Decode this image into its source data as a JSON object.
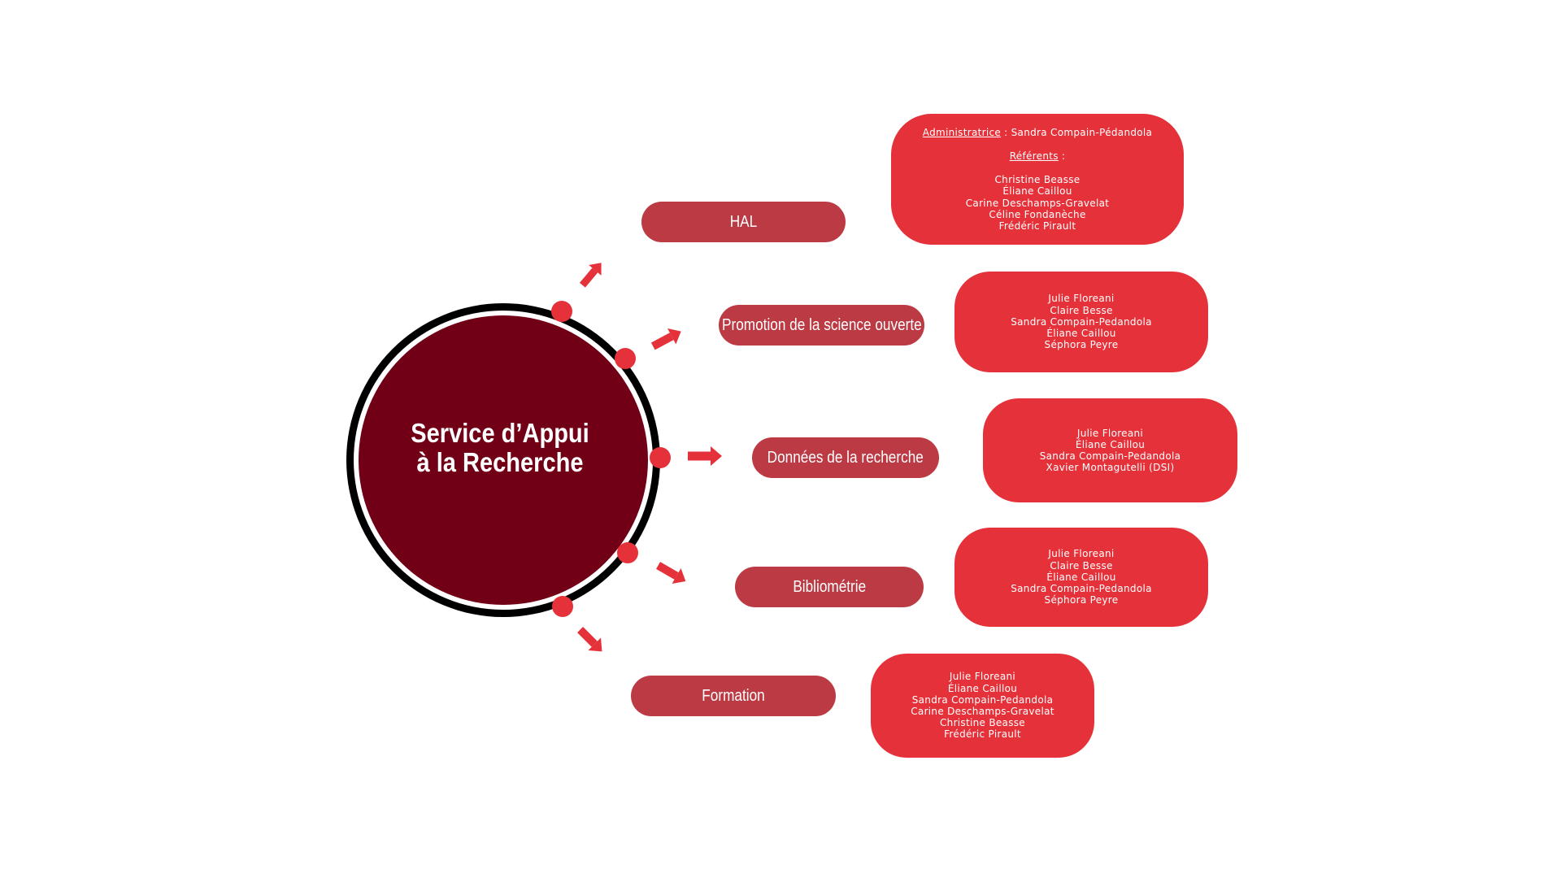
{
  "diagram": {
    "center_title": {
      "line1": "Service d’Appui",
      "line2": "à la Recherche"
    },
    "colors": {
      "center_fill": "#710017",
      "ring": "#000000",
      "dot": "#e5323a",
      "arrow": "#e5323a",
      "category_pill": "#bc3a44",
      "member_box": "#e5323a"
    },
    "branches": [
      {
        "category": "HAL",
        "admin_label": "Administratrice",
        "admin_sep": " : ",
        "admin_name": "Sandra Compain-Pédandola",
        "referents_label": "Référents",
        "referents_sep": " :",
        "members": [
          "Christine Beasse",
          "Éliane Caillou",
          "Carine Deschamps-Gravelat",
          "Céline Fondanèche",
          "Frédéric Pirault"
        ]
      },
      {
        "category": "Promotion de la science ouverte",
        "members": [
          "Julie Floreani",
          "Claire Besse",
          "Sandra Compain-Pedandola",
          "Éliane Caillou",
          "Séphora Peyre"
        ]
      },
      {
        "category": "Données de la recherche",
        "members": [
          "Julie Floreani",
          "Éliane Caillou",
          "Sandra Compain-Pedandola",
          "Xavier Montagutelli (DSI)"
        ]
      },
      {
        "category": "Bibliométrie",
        "members": [
          "Julie Floreani",
          "Claire Besse",
          "Éliane Caillou",
          "Sandra Compain-Pedandola",
          "Séphora Peyre"
        ]
      },
      {
        "category": "Formation",
        "members": [
          "Julie Floreani",
          "Éliane Caillou",
          "Sandra Compain-Pedandola",
          "Carine Deschamps-Gravelat",
          "Christine Beasse",
          "Frédéric Pirault"
        ]
      }
    ]
  }
}
